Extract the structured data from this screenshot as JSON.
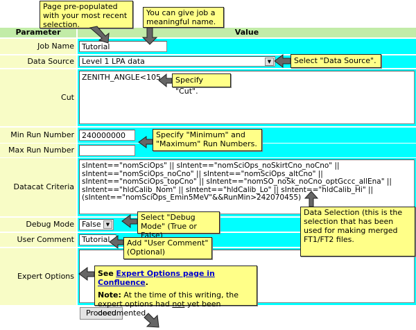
{
  "table": {
    "header_param": "Parameter",
    "header_value": "Value"
  },
  "fields": {
    "job_name": {
      "label": "Job Name",
      "value": "Tutorial"
    },
    "data_source": {
      "label": "Data Source",
      "value": "Level 1 LPA data"
    },
    "cut": {
      "label": "Cut",
      "value": "ZENITH_ANGLE<105"
    },
    "min_run": {
      "label": "Min Run Number",
      "value": "240000000"
    },
    "max_run": {
      "label": "Max Run Number",
      "value": ""
    },
    "datacat": {
      "label": "Datacat Criteria",
      "lines": [
        "sIntent==\"nomSciOps\" || sIntent==\"nomSciOps_noSkirtCno_noCno\" ||",
        "sIntent==\"nomSciOps_noCno\" || sIntent==\"nomSciOps_altCno\" ||",
        "sIntent==\"nomSciOps_topCno\" || sIntent==\"nomSO_noSk_noCno_optGccc_allEna\" ||",
        "sIntent==\"hldCalib_Nom\" || sIntent==\"hldCalib_Lo\" || sIntent==\"hldCalib_Hi\" ||",
        "(sIntent==\"nomSciOps_Emin5MeV\"&&RunMin>242070455)"
      ]
    },
    "debug": {
      "label": "Debug Mode",
      "value": "False"
    },
    "comment": {
      "label": "User Comment",
      "value": "Tutorial"
    },
    "expert": {
      "label": "Expert Options",
      "value": ""
    }
  },
  "proceed_label": "Proceed",
  "notes": {
    "prepopulated": "Page pre-populated with your most recent selection.",
    "jobname": "You can give job a meaningful name.",
    "datasource": "Select \"Data Source\".",
    "cut": "Specify \"Cut\".",
    "runnumbers": "Specify \"Minimum\" and \"Maximum\" Run Numbers.",
    "dataselection": "Data Selection (this is the selection that has been used for making merged FT1/FT2 files.",
    "debug": "Select \"Debug Mode\" (True or False)",
    "comment": "Add \"User Comment\" (Optional)",
    "expert_see": "See",
    "expert_link": "Expert Options page in Confluence",
    "expert_period": ".",
    "expert_note_label": "Note:",
    "expert_note_pre": "At the time of this writing, the expert options had",
    "expert_note_not": "not",
    "expert_note_post": "yet been documented."
  },
  "colors": {
    "header": "#c2eca8",
    "label_bg": "#f8fcc6",
    "value_bg": "#00ffff",
    "note_bg": "#ffff88"
  }
}
